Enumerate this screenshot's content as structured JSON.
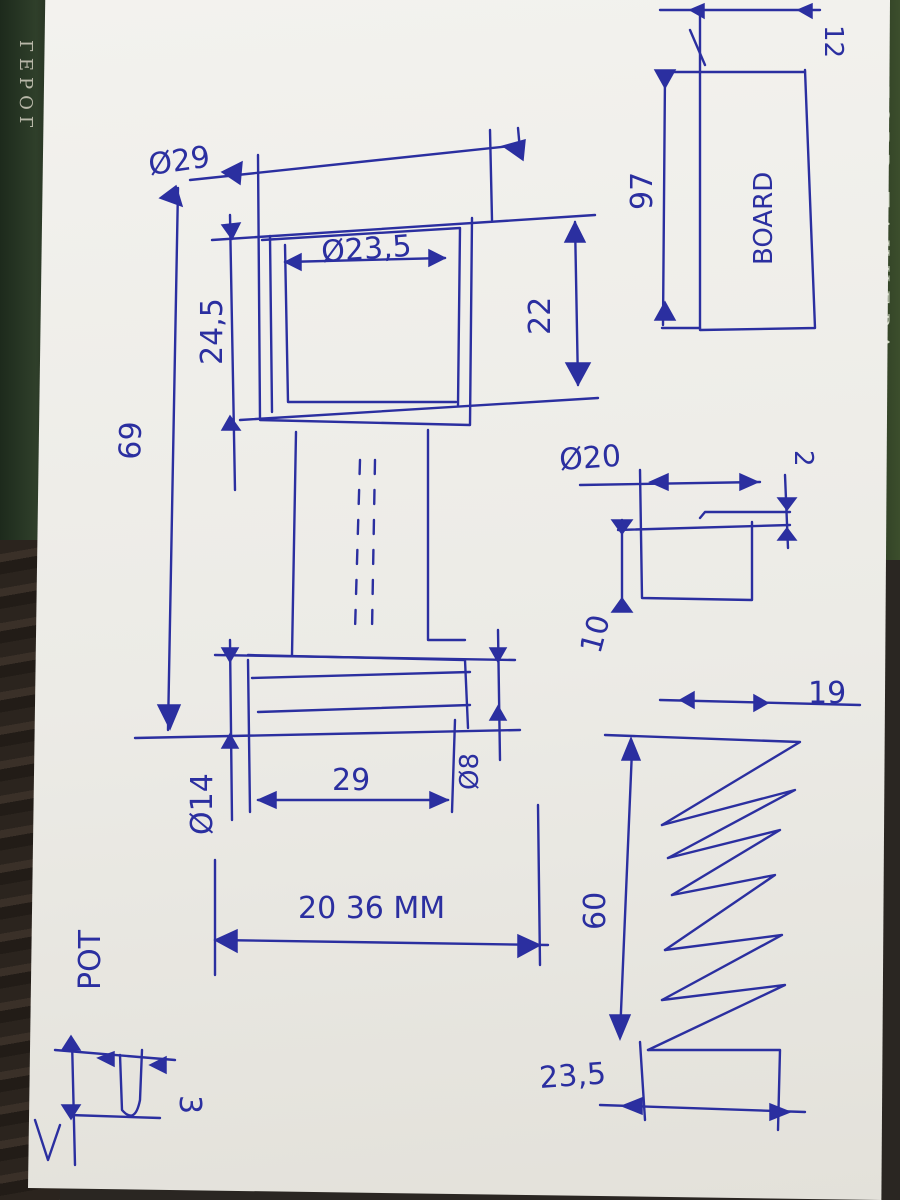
{
  "background": {
    "book_left_text": "ГЕРОГ",
    "book_right_text": "НГОВВ ПАНЦЕРА",
    "ink_color": "#2b2fa0",
    "paper_color": "#efeee9"
  },
  "labels": {
    "d29": "Ø29",
    "d23_5": "Ø23,5",
    "h24_5": "24,5",
    "h22": "22",
    "h69": "69",
    "d14": "Ø14",
    "w29": "29",
    "d8": "Ø8",
    "span": "20 36 MM",
    "pot": "POT",
    "three": "3",
    "board": "BOARD",
    "h97": "97",
    "top_right": "12",
    "d20": "Ø20",
    "two": "2",
    "ten": "10",
    "nineteen": "19",
    "sixty": "60",
    "d23_5b": "23,5"
  }
}
